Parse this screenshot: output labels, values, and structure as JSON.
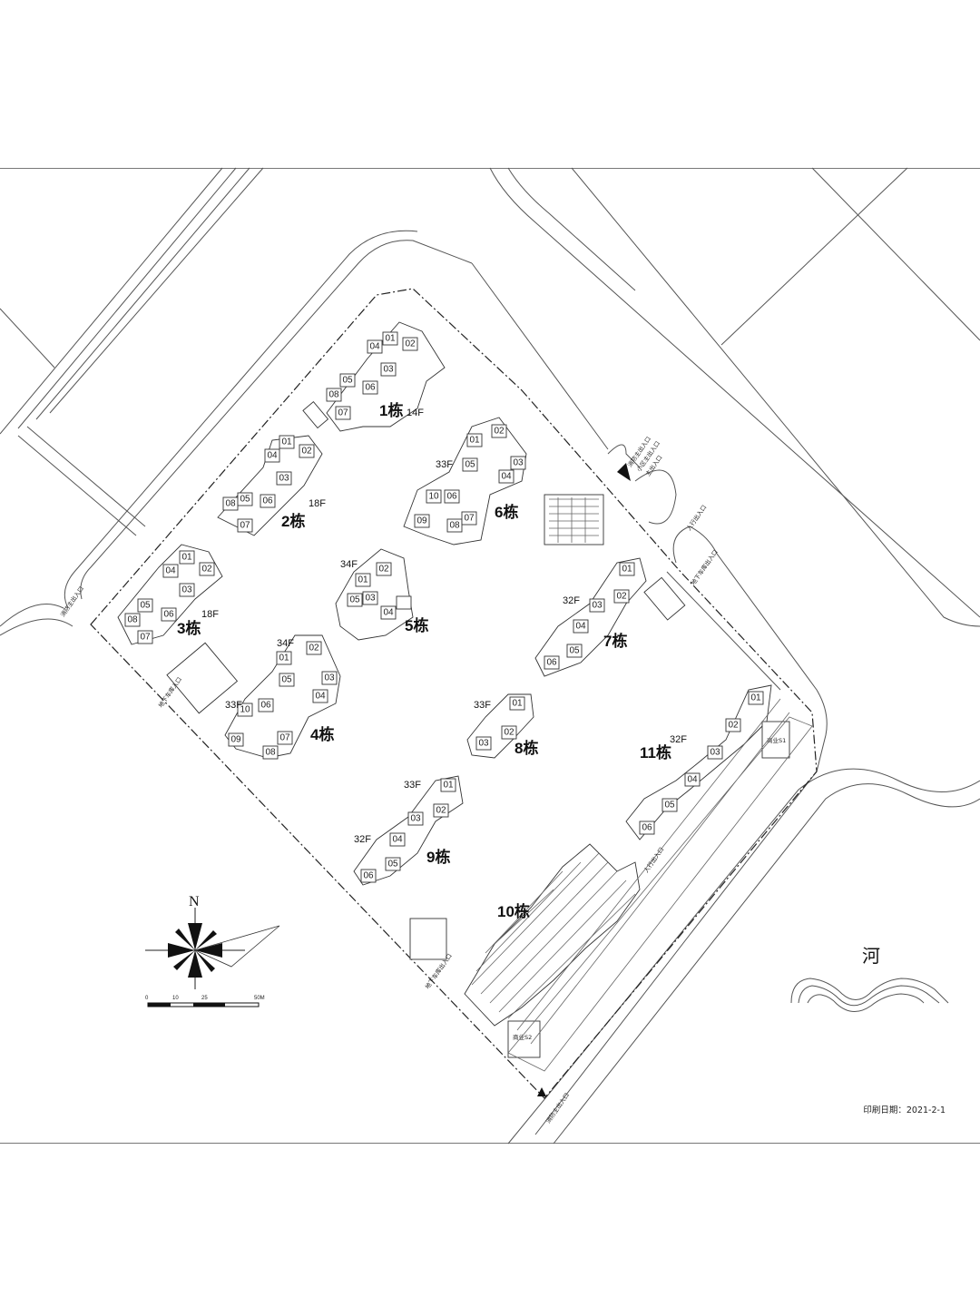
{
  "buildings": [
    {
      "name": "1栋",
      "floors": "14F",
      "units": [
        "04",
        "01",
        "02",
        "05",
        "03",
        "08",
        "06",
        "07"
      ]
    },
    {
      "name": "2栋",
      "floors": "18F",
      "units": [
        "04",
        "01",
        "02",
        "08",
        "05",
        "06",
        "03",
        "07"
      ]
    },
    {
      "name": "3栋",
      "floors": "18F",
      "units": [
        "04",
        "01",
        "02",
        "05",
        "03",
        "08",
        "06",
        "07"
      ]
    },
    {
      "name": "4栋",
      "floors": "34F",
      "floors2": "33F",
      "units": [
        "01",
        "02",
        "05",
        "03",
        "04",
        "10",
        "06",
        "09",
        "08",
        "07"
      ]
    },
    {
      "name": "5栋",
      "floors": "34F",
      "units": [
        "01",
        "02",
        "05",
        "03",
        "04"
      ]
    },
    {
      "name": "6栋",
      "floors": "33F",
      "units": [
        "01",
        "02",
        "05",
        "04",
        "03",
        "10",
        "06",
        "09",
        "08",
        "07"
      ]
    },
    {
      "name": "7栋",
      "floors": "32F",
      "units": [
        "01",
        "02",
        "03",
        "04",
        "05",
        "06"
      ]
    },
    {
      "name": "8栋",
      "floors": "33F",
      "units": [
        "01",
        "02",
        "03"
      ]
    },
    {
      "name": "9栋",
      "floors": "33F",
      "floors2": "32F",
      "units": [
        "01",
        "02",
        "03",
        "04",
        "05",
        "06"
      ]
    },
    {
      "name": "10栋",
      "floors": ""
    },
    {
      "name": "11栋",
      "floors": "32F",
      "units": [
        "01",
        "02",
        "03",
        "04",
        "05",
        "06"
      ]
    }
  ],
  "entrances": {
    "north": "消防主出入口",
    "north2": "小区主出入口",
    "north3": "主出入口",
    "east_a": "人行出入口",
    "east_b": "地下车库出入口",
    "west_a": "消防主出入口",
    "west_b": "地下车库入口",
    "south_a": "地下车库出入口",
    "south_b": "消防主出入口",
    "southeast": "人行出入口"
  },
  "shops": [
    "商业S1",
    "商业S2"
  ],
  "compass": {
    "north": "N"
  },
  "scale": {
    "ticks": [
      "0",
      "10",
      "25",
      "50M"
    ]
  },
  "river_label": "河",
  "print_date": "印刷日期：2021-2-1",
  "colors": {
    "line": "#333333",
    "background": "#ffffff"
  }
}
